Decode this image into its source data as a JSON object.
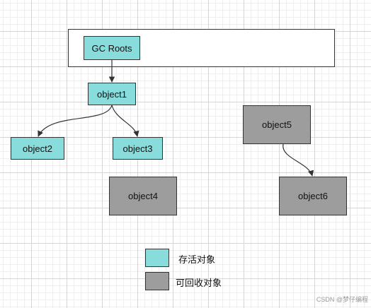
{
  "colors": {
    "reachable": "#88dcdc",
    "collectable": "#9d9d9d",
    "edge": "#333333"
  },
  "nodes": {
    "gc_roots": "GC Roots",
    "object1": "object1",
    "object2": "object2",
    "object3": "object3",
    "object4": "object4",
    "object5": "object5",
    "object6": "object6"
  },
  "edges": [
    {
      "from": "gc_roots",
      "to": "object1"
    },
    {
      "from": "object1",
      "to": "object2"
    },
    {
      "from": "object1",
      "to": "object3"
    },
    {
      "from": "object5",
      "to": "object6"
    }
  ],
  "legend": {
    "reachable_label": "存活对象",
    "collectable_label": "可回收对象"
  },
  "watermark": "CSDN @梦仔编程"
}
